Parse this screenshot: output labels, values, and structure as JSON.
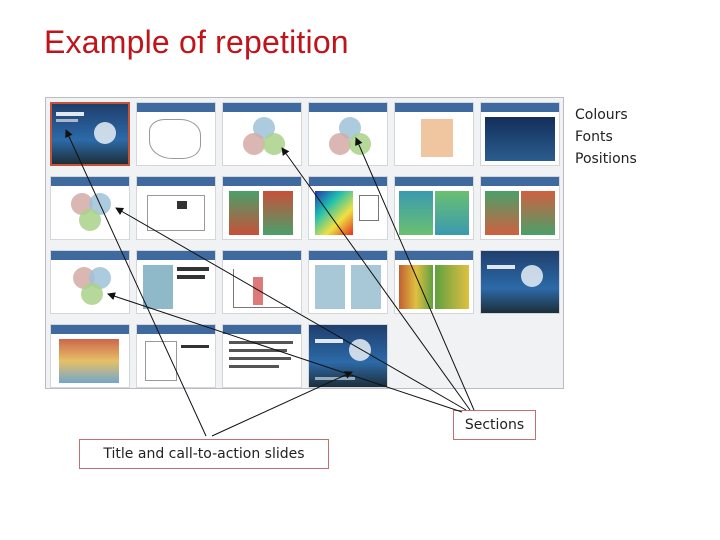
{
  "title": "Example of repetition",
  "legend": [
    "Colours",
    "Fonts",
    "Positions"
  ],
  "labels": {
    "sections": "Sections",
    "title_cta": "Title and call-to-action slides"
  },
  "colors": {
    "title": "#c0141b",
    "header_bar": "#3f6aa0",
    "arrow": "#111111",
    "box_border": "#c07070"
  }
}
